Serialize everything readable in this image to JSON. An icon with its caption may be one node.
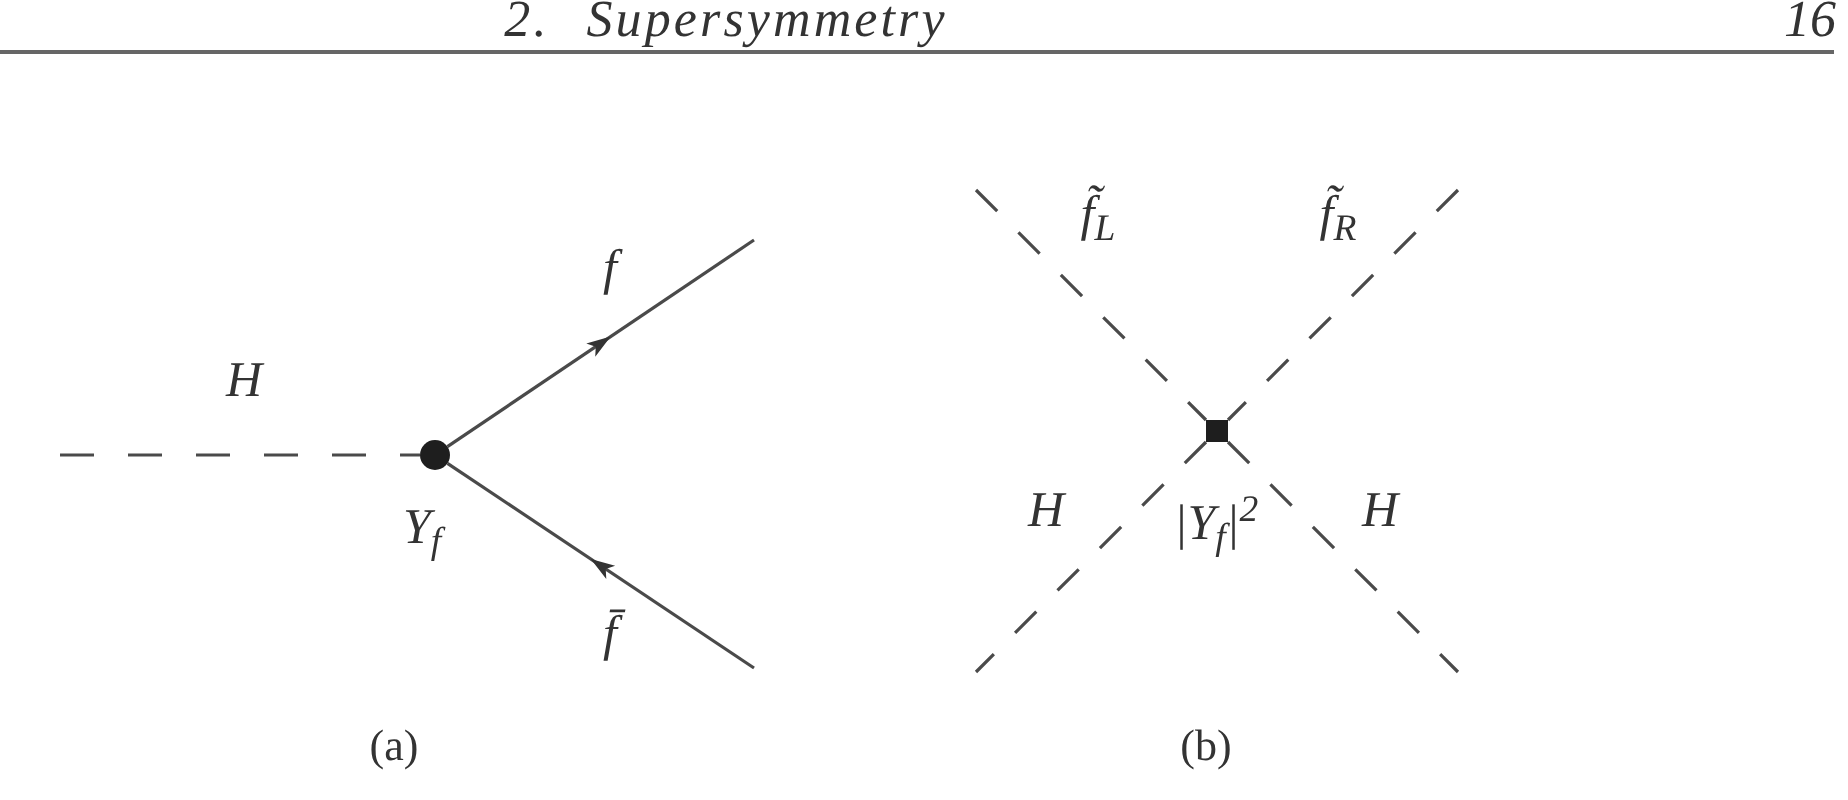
{
  "diagram": {
    "nodes": [
      {
        "text": [],
        "shape": "circle",
        "beside": [
          "Y$_{f}$"
        ]
      },
      {
        "text": [],
        "shape": "box",
        "beside": [
          "|Y$_{f}$|$^{2}$"
        ]
      }
    ],
    "edges": [
      {
        "from": null,
        "to": 0,
        "arrow": "none",
        "style": "dashed",
        "label": "H"
      },
      {
        "from": 0,
        "to": null,
        "arrow": "to",
        "label": "f"
      },
      {
        "from": null,
        "to": 0,
        "arrow": "to",
        "label": "f̄"
      },
      {
        "from": null,
        "to": 1,
        "arrow": "none",
        "style": "dashed",
        "label": "f̃$_{L}$"
      },
      {
        "from": null,
        "to": 1,
        "arrow": "none",
        "style": "dashed",
        "label": "f̃$_{R}$"
      },
      {
        "from": 1,
        "to": null,
        "arrow": "none",
        "style": "dashed",
        "label": "H"
      },
      {
        "from": 1,
        "to": null,
        "arrow": "none",
        "style": "dashed",
        "label": "H"
      }
    ],
    "labels": [
      "2. Supersymmetry",
      "16",
      "(a)",
      "(b)"
    ]
  }
}
